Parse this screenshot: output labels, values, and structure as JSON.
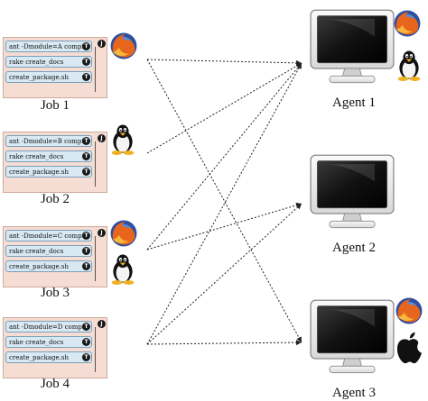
{
  "jobs": [
    {
      "label": "Job 1",
      "tasks": [
        "ant -Dmodule=A compile",
        "rake create_docs",
        "create_package.sh"
      ]
    },
    {
      "label": "Job 2",
      "tasks": [
        "ant -Dmodule=B compile",
        "rake create_docs",
        "create_package.sh"
      ]
    },
    {
      "label": "Job 3",
      "tasks": [
        "ant -Dmodule=C compile",
        "rake create_docs",
        "create_package.sh"
      ]
    },
    {
      "label": "Job 4",
      "tasks": [
        "ant -Dmodule=D compile",
        "rake create_docs",
        "create_package.sh"
      ]
    }
  ],
  "task_badge": "T",
  "job_badge": "J",
  "job_requirements": [
    [
      "firefox-icon"
    ],
    [
      "linux-icon"
    ],
    [
      "firefox-icon",
      "linux-icon"
    ],
    []
  ],
  "agents": [
    {
      "label": "Agent 1",
      "capabilities": [
        "firefox-icon",
        "linux-icon"
      ]
    },
    {
      "label": "Agent 2",
      "capabilities": []
    },
    {
      "label": "Agent 3",
      "capabilities": [
        "firefox-icon",
        "apple-icon"
      ]
    }
  ],
  "connections": [
    {
      "from": "Job 1",
      "to": "Agent 1"
    },
    {
      "from": "Job 1",
      "to": "Agent 3"
    },
    {
      "from": "Job 2",
      "to": "Agent 1"
    },
    {
      "from": "Job 3",
      "to": "Agent 1"
    },
    {
      "from": "Job 3",
      "to": "Agent 2"
    },
    {
      "from": "Job 4",
      "to": "Agent 1"
    },
    {
      "from": "Job 4",
      "to": "Agent 2"
    },
    {
      "from": "Job 4",
      "to": "Agent 3"
    }
  ],
  "colors": {
    "job_fill": "#f5ddd3",
    "task_fill": "#d8e9f4",
    "arrow": "#222222"
  }
}
